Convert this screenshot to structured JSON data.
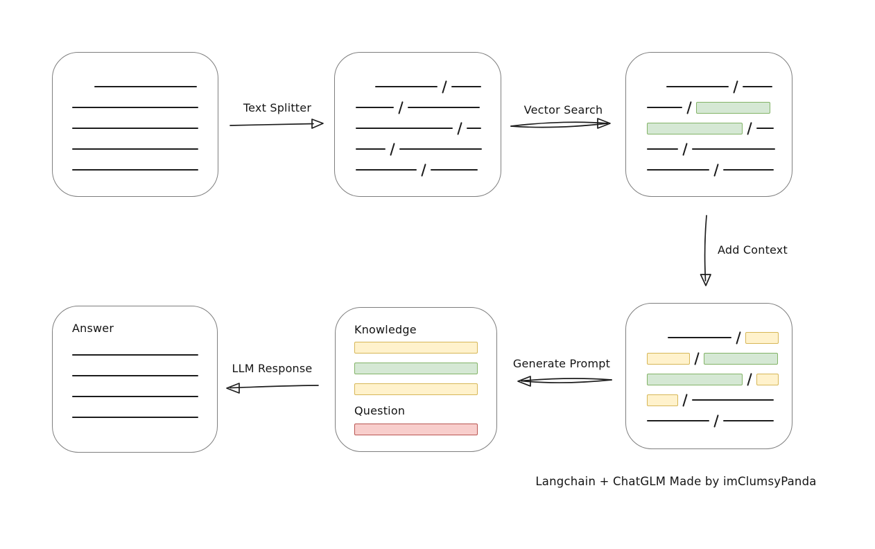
{
  "caption": "Langchain + ChatGLM Made by imClumsyPanda",
  "colors": {
    "green_fill": "#d5e8d4",
    "green_stroke": "#82b366",
    "yellow_fill": "#fff2cc",
    "yellow_stroke": "#d6b656",
    "red_fill": "#f8cecc",
    "red_stroke": "#b85450",
    "line": "#1c1c1c",
    "box_stroke": "#7d7d7d"
  },
  "arrows": [
    {
      "label": "Text Splitter"
    },
    {
      "label": "Vector Search"
    },
    {
      "label": "Add Context"
    },
    {
      "label": "Generate Prompt"
    },
    {
      "label": "LLM Response"
    }
  ],
  "boxes": {
    "document": {
      "lines": [
        {
          "w": 148,
          "indent": 32
        },
        {
          "w": 182
        },
        {
          "w": 182
        },
        {
          "w": 182
        },
        {
          "w": 182
        }
      ]
    },
    "chunks": {
      "rows": [
        {
          "indent": 28,
          "segs": [
            [
              "line",
              90
            ],
            [
              "slash"
            ],
            [
              "line",
              43
            ]
          ]
        },
        {
          "segs": [
            [
              "line",
              55
            ],
            [
              "slash"
            ],
            [
              "line",
              104
            ]
          ]
        },
        {
          "segs": [
            [
              "line",
              140
            ],
            [
              "slash"
            ],
            [
              "line",
              21
            ]
          ]
        },
        {
          "segs": [
            [
              "line",
              43
            ],
            [
              "slash"
            ],
            [
              "line",
              119
            ]
          ]
        },
        {
          "segs": [
            [
              "line",
              88
            ],
            [
              "slash"
            ],
            [
              "line",
              68
            ]
          ]
        }
      ]
    },
    "chunks_searched": {
      "rows": [
        {
          "indent": 28,
          "segs": [
            [
              "line",
              90
            ],
            [
              "slash"
            ],
            [
              "line",
              43
            ]
          ]
        },
        {
          "segs": [
            [
              "line",
              51
            ],
            [
              "slash"
            ],
            [
              "green",
              107
            ]
          ]
        },
        {
          "segs": [
            [
              "green",
              138
            ],
            [
              "slash"
            ],
            [
              "line",
              25
            ]
          ]
        },
        {
          "segs": [
            [
              "line",
              45
            ],
            [
              "slash"
            ],
            [
              "line",
              120
            ]
          ]
        },
        {
          "segs": [
            [
              "line",
              90
            ],
            [
              "slash"
            ],
            [
              "line",
              73
            ]
          ]
        }
      ]
    },
    "chunks_context": {
      "rows": [
        {
          "indent": 30,
          "segs": [
            [
              "line",
              92
            ],
            [
              "slash"
            ],
            [
              "yellow",
              48
            ]
          ]
        },
        {
          "segs": [
            [
              "yellow",
              62
            ],
            [
              "slash"
            ],
            [
              "green",
              107
            ]
          ]
        },
        {
          "segs": [
            [
              "green",
              138
            ],
            [
              "slash"
            ],
            [
              "yellow",
              32
            ]
          ]
        },
        {
          "segs": [
            [
              "yellow",
              45
            ],
            [
              "slash"
            ],
            [
              "line",
              118
            ]
          ]
        },
        {
          "segs": [
            [
              "line",
              90
            ],
            [
              "slash"
            ],
            [
              "line",
              73
            ]
          ]
        }
      ]
    },
    "prompt": {
      "knowledge_label": "Knowledge",
      "question_label": "Question",
      "bars": [
        {
          "c": "yellow"
        },
        {
          "c": "green"
        },
        {
          "c": "yellow"
        }
      ],
      "question_bar": [
        {
          "c": "red"
        }
      ]
    },
    "answer": {
      "label": "Answer",
      "lines": [
        {
          "w": 182
        },
        {
          "w": 182
        },
        {
          "w": 182
        },
        {
          "w": 182
        }
      ]
    }
  }
}
